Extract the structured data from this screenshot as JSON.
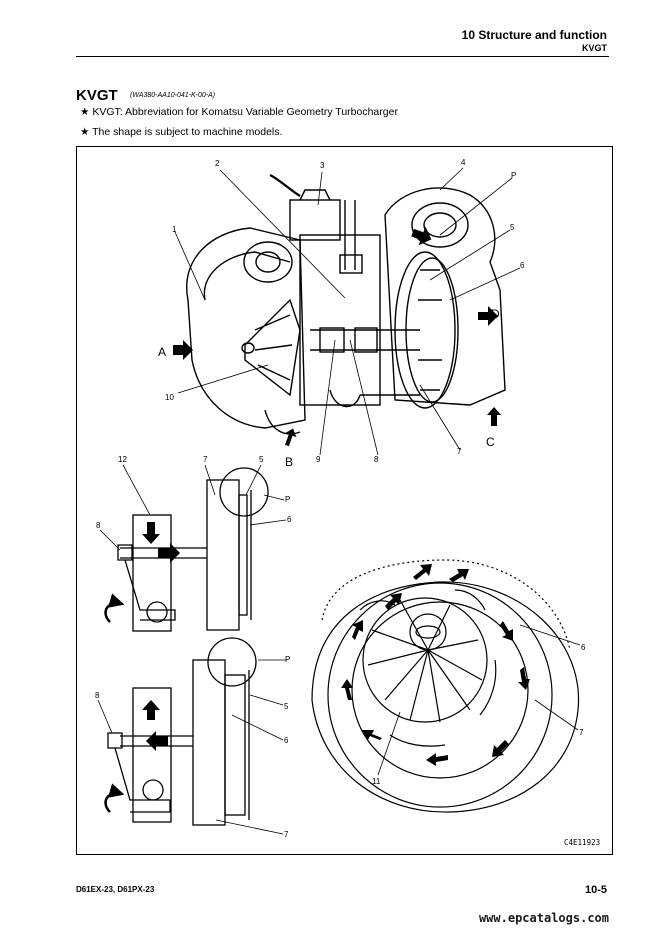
{
  "header": {
    "chapter": "10 Structure and function",
    "section": "KVGT"
  },
  "section": {
    "title": "KVGT",
    "code": "(WA380-AA10-041-K-00-A)",
    "notes": [
      "★  KVGT: Abbreviation for Komatsu Variable Geometry Turbocharger",
      "★  The shape is subject to machine models."
    ]
  },
  "figure": {
    "code": "C4E11923",
    "callouts": {
      "n1": "1",
      "n2": "2",
      "n3": "3",
      "n4": "4",
      "n5": "5",
      "n6": "6",
      "n7": "7",
      "n8": "8",
      "n9": "9",
      "n10": "10",
      "n11": "11",
      "n12": "12",
      "p": "P",
      "a": "A",
      "b": "B",
      "c": "C",
      "d": "D"
    }
  },
  "footer": {
    "models": "D61EX-23, D61PX-23",
    "page": "10-5",
    "watermark": "www.epcatalogs.com"
  }
}
